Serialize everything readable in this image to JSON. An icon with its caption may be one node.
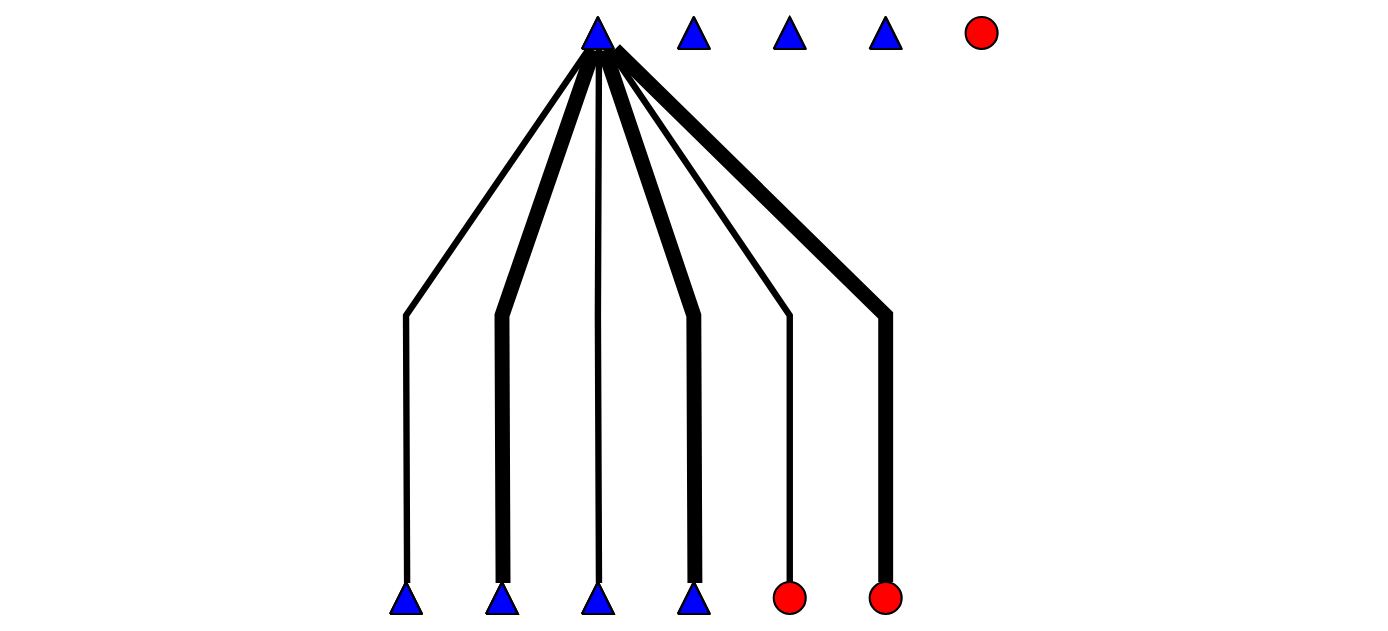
{
  "diagram": {
    "nodes": [
      {
        "text": [],
        "shape": "triangle"
      },
      {
        "text": [],
        "shape": "triangle"
      },
      {
        "text": [],
        "shape": "triangle"
      },
      {
        "text": [],
        "shape": "triangle"
      },
      {
        "text": [],
        "shape": "triangle"
      },
      {
        "text": [],
        "shape": "triangle"
      },
      {
        "text": [],
        "shape": "triangle"
      },
      {
        "text": [],
        "shape": "triangle"
      },
      {
        "text": [],
        "shape": "circle"
      },
      {
        "text": [],
        "shape": "circle"
      },
      {
        "text": [],
        "shape": "circle"
      }
    ],
    "edges": [
      {
        "from": 0,
        "to": 1,
        "arrow": "none"
      },
      {
        "from": 0,
        "to": 3,
        "arrow": "none",
        "style": "thick"
      },
      {
        "from": 0,
        "to": 6,
        "arrow": "none"
      },
      {
        "from": 0,
        "to": 7,
        "arrow": "none",
        "style": "thick"
      },
      {
        "from": 0,
        "to": 8,
        "arrow": "none"
      },
      {
        "from": 0,
        "to": 10,
        "arrow": "none",
        "style": "thick"
      }
    ]
  }
}
